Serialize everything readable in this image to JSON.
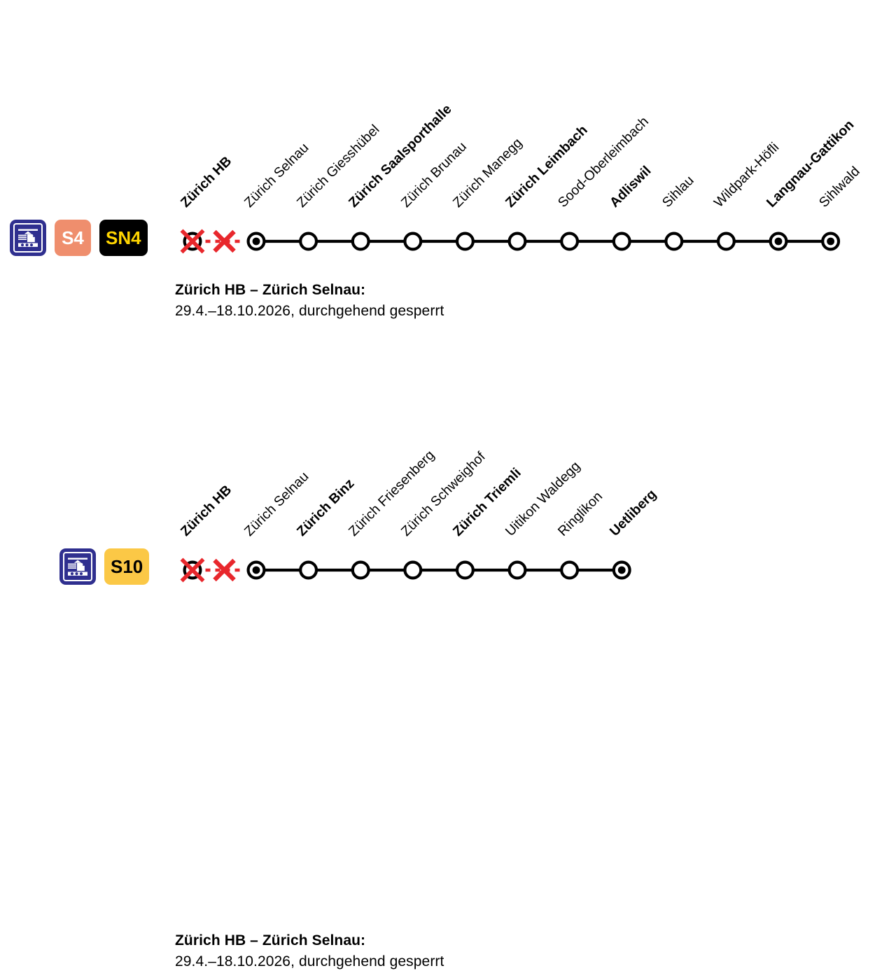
{
  "page": {
    "background": "#ffffff",
    "text_color": "#000000"
  },
  "colors": {
    "train_icon_bg": "#2f2f8f",
    "s4_bg": "#ef8e6d",
    "s4_text": "#ffffff",
    "sn4_bg": "#000000",
    "sn4_text": "#ffd500",
    "s10_bg": "#fbc846",
    "s10_text": "#000000",
    "closure_red": "#e8272c",
    "line_black": "#000000"
  },
  "lines": [
    {
      "id": "line-1",
      "icons": [
        {
          "name": "train-icon",
          "type": "train-pictogram"
        }
      ],
      "services": [
        {
          "label": "S4",
          "style": "s4"
        },
        {
          "label": "SN4",
          "style": "sn4"
        }
      ],
      "closed_segment": {
        "from": "Zürich HB",
        "to": "Zürich Selnau",
        "marker": "red-cross"
      },
      "stations": [
        {
          "name": "Zürich HB",
          "bold": true,
          "marker": "closed"
        },
        {
          "name": "Zürich Selnau",
          "bold": false,
          "marker": "terminus"
        },
        {
          "name": "Zürich Giesshübel",
          "bold": false,
          "marker": "stop"
        },
        {
          "name": "Zürich Saalsporthalle",
          "bold": true,
          "marker": "stop"
        },
        {
          "name": "Zürich Brunau",
          "bold": false,
          "marker": "stop"
        },
        {
          "name": "Zürich Manegg",
          "bold": false,
          "marker": "stop"
        },
        {
          "name": "Zürich Leimbach",
          "bold": true,
          "marker": "stop"
        },
        {
          "name": "Sood-Oberleimbach",
          "bold": false,
          "marker": "stop"
        },
        {
          "name": "Adliswil",
          "bold": true,
          "marker": "stop"
        },
        {
          "name": "Sihlau",
          "bold": false,
          "marker": "stop"
        },
        {
          "name": "Wildpark-Höfli",
          "bold": false,
          "marker": "stop"
        },
        {
          "name": "Langnau-Gattikon",
          "bold": true,
          "marker": "terminus"
        },
        {
          "name": "Sihlwald",
          "bold": false,
          "marker": "terminus"
        }
      ],
      "caption": {
        "title": "Zürich HB – Zürich Selnau:",
        "detail": "29.4.–18.10.2026, durchgehend gesperrt"
      }
    },
    {
      "id": "line-2",
      "icons": [
        {
          "name": "train-icon",
          "type": "train-pictogram"
        }
      ],
      "services": [
        {
          "label": "S10",
          "style": "s10"
        }
      ],
      "closed_segment": {
        "from": "Zürich HB",
        "to": "Zürich Selnau",
        "marker": "red-cross"
      },
      "stations": [
        {
          "name": "Zürich HB",
          "bold": true,
          "marker": "closed"
        },
        {
          "name": "Zürich Selnau",
          "bold": false,
          "marker": "terminus"
        },
        {
          "name": "Zürich Binz",
          "bold": true,
          "marker": "stop"
        },
        {
          "name": "Zürich Friesenberg",
          "bold": false,
          "marker": "stop"
        },
        {
          "name": "Zürich Schweighof",
          "bold": false,
          "marker": "stop"
        },
        {
          "name": "Zürich Triemli",
          "bold": true,
          "marker": "stop"
        },
        {
          "name": "Uitikon Waldegg",
          "bold": false,
          "marker": "stop"
        },
        {
          "name": "Ringlikon",
          "bold": false,
          "marker": "stop"
        },
        {
          "name": "Uetliberg",
          "bold": true,
          "marker": "terminus"
        }
      ],
      "caption": {
        "title": "Zürich HB – Zürich Selnau:",
        "detail": "29.4.–18.10.2026, durchgehend gesperrt"
      }
    }
  ]
}
